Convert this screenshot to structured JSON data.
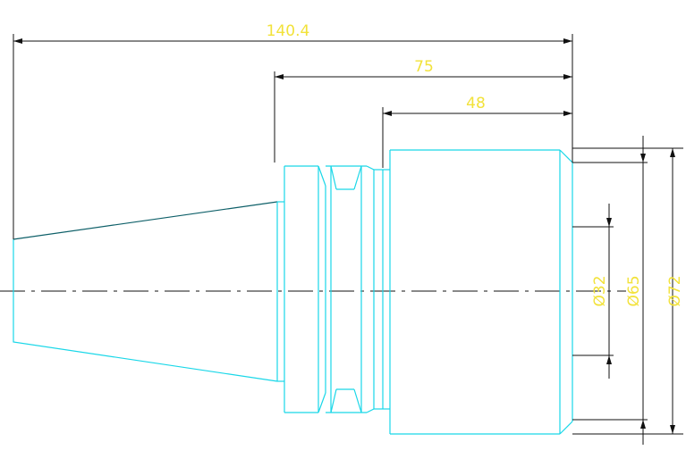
{
  "drawing": {
    "dimensions": {
      "overall_length": "140.4",
      "length_75": "75",
      "length_48": "48",
      "dia_32": "Ø32",
      "dia_65": "Ø65",
      "dia_72": "Ø72"
    },
    "colors": {
      "part_outline": "#19d7e8",
      "dimension_lines": "#111111",
      "dimension_text": "#f2e23a",
      "background": "#ffffff"
    }
  }
}
